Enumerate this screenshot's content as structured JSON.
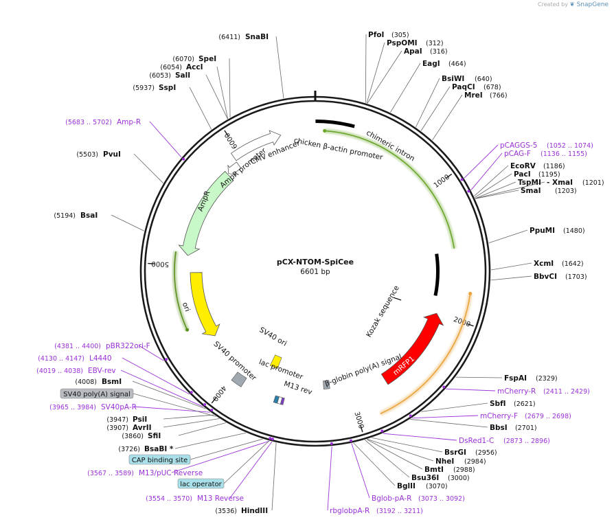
{
  "credit": {
    "created_by": "Created by",
    "brand": "SnapGene"
  },
  "plasmid": {
    "name": "pCX-NTOM-SpiCee",
    "length_label": "6601 bp",
    "total_bp": 6601
  },
  "ticks": [
    {
      "bp": 1000,
      "label": "1000"
    },
    {
      "bp": 2000,
      "label": "2000"
    },
    {
      "bp": 3000,
      "label": "3000"
    },
    {
      "bp": 4000,
      "label": "4000"
    },
    {
      "bp": 5000,
      "label": "5000"
    },
    {
      "bp": 6000,
      "label": "6000"
    }
  ],
  "features": [
    {
      "name": "chicken β-actin promoter",
      "start": 2,
      "end": 278,
      "color": "#000000",
      "kind": "bar"
    },
    {
      "name": "chimeric intron",
      "start": 1500,
      "end": 1860,
      "color": "#000000",
      "kind": "bar"
    },
    {
      "name": "mRFP1",
      "start": 2000,
      "end": 2700,
      "color": "#ff0000",
      "kind": "arrow",
      "direction": "reverse"
    },
    {
      "name": "β-globin poly(A) signal",
      "start": 3170,
      "end": 3225,
      "color": "#a0a8b0",
      "kind": "box"
    },
    {
      "name": "Kozak sequence",
      "start": 1990,
      "end": 2000,
      "color": "#000000",
      "kind": "tick"
    },
    {
      "name": "M13 rev",
      "start": 3550,
      "end": 3570,
      "color": "#7b3fc4",
      "kind": "box"
    },
    {
      "name": "lac operator",
      "start": 3570,
      "end": 3595,
      "color": "#ffffff",
      "kind": "box"
    },
    {
      "name": "lac promoter",
      "start": 3595,
      "end": 3625,
      "color": "#2d7fa8",
      "kind": "box"
    },
    {
      "name": "SV40 ori",
      "start": 3690,
      "end": 3770,
      "color": "#ffee00",
      "kind": "box"
    },
    {
      "name": "SV40 promoter",
      "start": 3900,
      "end": 3990,
      "color": "#a0a8b0",
      "kind": "box"
    },
    {
      "name": "ori",
      "start": 4350,
      "end": 4940,
      "color": "#ffee00",
      "kind": "arrow",
      "direction": "reverse"
    },
    {
      "name": "AmpR",
      "start": 5080,
      "end": 5830,
      "color": "#c8f7c8",
      "kind": "arrow",
      "direction": "reverse"
    },
    {
      "name": "AmpR promoter",
      "start": 5840,
      "end": 5945,
      "color": "#ffffff",
      "kind": "arrow",
      "direction": "reverse"
    },
    {
      "name": "CMV enhancer",
      "start": 5950,
      "end": 6340,
      "color": "#ffffff",
      "kind": "arrow",
      "direction": "forward"
    }
  ],
  "primer_arcs": [
    {
      "name": "pCAGGS-5",
      "start": 70,
      "end": 1480,
      "color": "#6aa52a"
    },
    {
      "name": "mCherry-R",
      "start": 1800,
      "end": 2850,
      "color": "#e8a33a"
    },
    {
      "name": "EBV-rev",
      "start": 4500,
      "end": 5100,
      "color": "#5a8f1c"
    }
  ],
  "sites_right": [
    {
      "name": "PfoI",
      "pos": "(305)",
      "bp": 305
    },
    {
      "name": "PspOMI",
      "pos": "(312)",
      "bp": 312
    },
    {
      "name": "ApaI",
      "pos": "(316)",
      "bp": 316
    },
    {
      "name": "EagI",
      "pos": "(464)",
      "bp": 464
    },
    {
      "name": "BsiWI",
      "pos": "(640)",
      "bp": 640
    },
    {
      "name": "PaqCI",
      "pos": "(678)",
      "bp": 678
    },
    {
      "name": "MreI",
      "pos": "(766)",
      "bp": 766
    },
    {
      "name": "EcoRV",
      "pos": "(1186)",
      "bp": 1186
    },
    {
      "name": "PacI",
      "pos": "(1195)",
      "bp": 1195
    },
    {
      "name": "TspMI",
      "pos": "",
      "bp": 1201
    },
    {
      "name": "- XmaI",
      "pos": "(1201)",
      "bp": 1201
    },
    {
      "name": "SmaI",
      "pos": "(1203)",
      "bp": 1203
    },
    {
      "name": "PpuMI",
      "pos": "(1480)",
      "bp": 1480
    },
    {
      "name": "XcmI",
      "pos": "(1642)",
      "bp": 1642
    },
    {
      "name": "BbvCI",
      "pos": "(1703)",
      "bp": 1703
    },
    {
      "name": "FspAI",
      "pos": "(2329)",
      "bp": 2329
    },
    {
      "name": "SbfI",
      "pos": "(2621)",
      "bp": 2621
    },
    {
      "name": "BbsI",
      "pos": "(2701)",
      "bp": 2701
    },
    {
      "name": "BsrGI",
      "pos": "(2956)",
      "bp": 2956
    },
    {
      "name": "NheI",
      "pos": "(2984)",
      "bp": 2984
    },
    {
      "name": "BmtI",
      "pos": "(2988)",
      "bp": 2988
    },
    {
      "name": "Bsu36I",
      "pos": "(3000)",
      "bp": 3000
    },
    {
      "name": "BglII",
      "pos": "(3070)",
      "bp": 3070
    }
  ],
  "sites_left": [
    {
      "name": "SnaBI",
      "pos": "(6411)",
      "bp": 6411
    },
    {
      "name": "SpeI",
      "pos": "(6070)",
      "bp": 6070
    },
    {
      "name": "AccI",
      "pos": "(6054)",
      "bp": 6054
    },
    {
      "name": "SalI",
      "pos": "(6053)",
      "bp": 6053
    },
    {
      "name": "SspI",
      "pos": "(5937)",
      "bp": 5937
    },
    {
      "name": "PvuI",
      "pos": "(5503)",
      "bp": 5503
    },
    {
      "name": "BsaI",
      "pos": "(5194)",
      "bp": 5194
    },
    {
      "name": "BsmI",
      "pos": "(4008)",
      "bp": 4008
    },
    {
      "name": "PsiI",
      "pos": "(3947)",
      "bp": 3947
    },
    {
      "name": "AvrII",
      "pos": "(3907)",
      "bp": 3907
    },
    {
      "name": "SfiI",
      "pos": "(3860)",
      "bp": 3860
    },
    {
      "name": "BsaBI *",
      "pos": "(3726)",
      "bp": 3726
    },
    {
      "name": "HindIII",
      "pos": "(3536)",
      "bp": 3536
    }
  ],
  "primers_right": [
    {
      "name": "pCAGGS-5",
      "range": "(1052 .. 1074)",
      "bp": 1063
    },
    {
      "name": "pCAG-F",
      "range": "(1136 .. 1155)",
      "bp": 1145
    },
    {
      "name": "mCherry-R",
      "range": "(2411 .. 2429)",
      "bp": 2420
    },
    {
      "name": "mCherry-F",
      "range": "(2679 .. 2698)",
      "bp": 2688
    },
    {
      "name": "DsRed1-C",
      "range": "(2873 .. 2896)",
      "bp": 2884
    },
    {
      "name": "Bglob-pA-R",
      "range": "(3073 .. 3092)",
      "bp": 3082
    },
    {
      "name": "rbglobpA-R",
      "range": "(3192 .. 3211)",
      "bp": 3201
    }
  ],
  "primers_left": [
    {
      "name": "Amp-R",
      "range": "(5683 .. 5702)",
      "bp": 5692
    },
    {
      "name": "pBR322ori-F",
      "range": "(4381 .. 4400)",
      "bp": 4390
    },
    {
      "name": "L4440",
      "range": "(4130 .. 4147)",
      "bp": 4138
    },
    {
      "name": "EBV-rev",
      "range": "(4019 .. 4038)",
      "bp": 4028
    },
    {
      "name": "SV40pA-R",
      "range": "(3965 .. 3984)",
      "bp": 3974
    },
    {
      "name": "M13/pUC Reverse",
      "range": "(3567 .. 3589)",
      "bp": 3578
    },
    {
      "name": "M13 Reverse",
      "range": "(3554 .. 3570)",
      "bp": 3562
    }
  ],
  "boxed_labels": [
    {
      "name": "SV40 poly(A) signal",
      "color": "#b8bcc0",
      "bp": 3930
    },
    {
      "name": "CAP binding site",
      "color": "#a8dfe8",
      "bp": 3620
    },
    {
      "name": "lac operator",
      "color": "#a8dfe8",
      "bp": 3580
    }
  ]
}
